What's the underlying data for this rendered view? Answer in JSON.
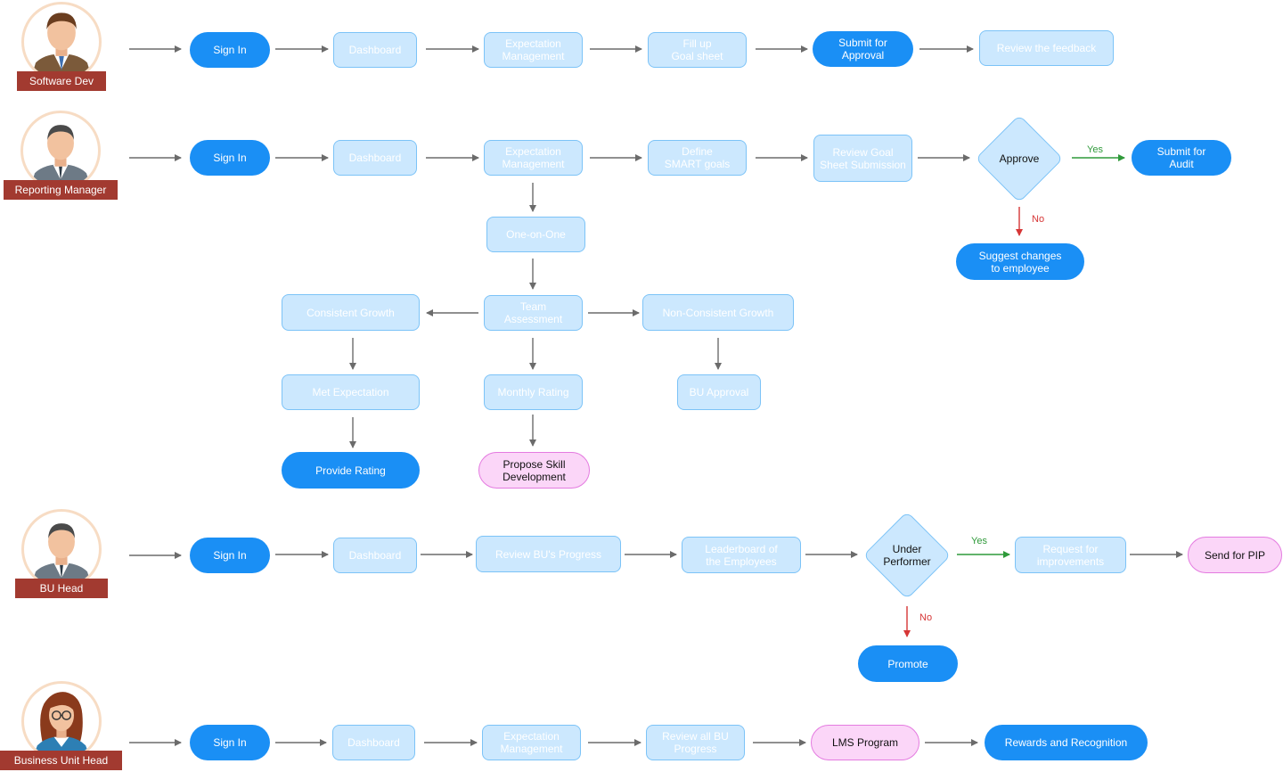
{
  "actors": [
    {
      "id": "software-dev",
      "label": "Software Dev",
      "face": "male-brown-suit"
    },
    {
      "id": "reporting-manager",
      "label": "Reporting Manager",
      "face": "male-gray-suit"
    },
    {
      "id": "bu-head",
      "label": "BU Head",
      "face": "male-gray-suit"
    },
    {
      "id": "business-unit-head",
      "label": "Business Unit Head",
      "face": "female-glasses"
    }
  ],
  "nodes": [
    {
      "id": "sd-signin",
      "label": "Sign In",
      "style": "pill-blue"
    },
    {
      "id": "sd-dashboard",
      "label": "Dashboard",
      "style": "box-light"
    },
    {
      "id": "sd-expect",
      "label": "Expectation\nManagement",
      "style": "box-light"
    },
    {
      "id": "sd-fill",
      "label": "Fill up\nGoal sheet",
      "style": "box-light"
    },
    {
      "id": "sd-submit",
      "label": "Submit for\nApproval",
      "style": "pill-blue"
    },
    {
      "id": "sd-review",
      "label": "Review the feedback",
      "style": "box-light"
    },
    {
      "id": "rm-signin",
      "label": "Sign In",
      "style": "pill-blue"
    },
    {
      "id": "rm-dashboard",
      "label": "Dashboard",
      "style": "box-light"
    },
    {
      "id": "rm-expect",
      "label": "Expectation\nManagement",
      "style": "box-light"
    },
    {
      "id": "rm-define",
      "label": "Define\nSMART goals",
      "style": "box-light"
    },
    {
      "id": "rm-reviewgoal",
      "label": "Review Goal\nSheet Submission",
      "style": "box-light"
    },
    {
      "id": "rm-approve",
      "label": "Approve",
      "style": "decision"
    },
    {
      "id": "rm-audit",
      "label": "Submit for\nAudit",
      "style": "pill-blue"
    },
    {
      "id": "rm-suggest",
      "label": "Suggest changes\nto employee",
      "style": "pill-blue"
    },
    {
      "id": "rm-oneonone",
      "label": "One-on-One",
      "style": "box-light"
    },
    {
      "id": "rm-team",
      "label": "Team Assessment",
      "style": "box-light"
    },
    {
      "id": "rm-consistent",
      "label": "Consistent Growth",
      "style": "box-light"
    },
    {
      "id": "rm-nonconsistent",
      "label": "Non-Consistent Growth",
      "style": "box-light"
    },
    {
      "id": "rm-met",
      "label": "Met Expectation",
      "style": "box-light"
    },
    {
      "id": "rm-monthly",
      "label": "Monthly Rating",
      "style": "box-light"
    },
    {
      "id": "rm-buapproval",
      "label": "BU Approval",
      "style": "box-light"
    },
    {
      "id": "rm-rating",
      "label": "Provide Rating",
      "style": "pill-blue"
    },
    {
      "id": "rm-skill",
      "label": "Propose Skill\nDevelopment",
      "style": "pill-pink"
    },
    {
      "id": "bu-signin",
      "label": "Sign In",
      "style": "pill-blue"
    },
    {
      "id": "bu-dashboard",
      "label": "Dashboard",
      "style": "box-light"
    },
    {
      "id": "bu-progress",
      "label": "Review BU's Progress",
      "style": "box-light"
    },
    {
      "id": "bu-leader",
      "label": "Leaderboard of\nthe Employees",
      "style": "box-light"
    },
    {
      "id": "bu-under",
      "label": "Under\nPerformer",
      "style": "decision"
    },
    {
      "id": "bu-request",
      "label": "Request for\nimprovements",
      "style": "box-light"
    },
    {
      "id": "bu-pip",
      "label": "Send for PIP",
      "style": "pill-pink"
    },
    {
      "id": "bu-promote",
      "label": "Promote",
      "style": "pill-blue"
    },
    {
      "id": "buh-signin",
      "label": "Sign In",
      "style": "pill-blue"
    },
    {
      "id": "buh-dashboard",
      "label": "Dashboard",
      "style": "box-light"
    },
    {
      "id": "buh-expect",
      "label": "Expectation\nManagement",
      "style": "box-light"
    },
    {
      "id": "buh-review",
      "label": "Review all BU\nProgress",
      "style": "box-light"
    },
    {
      "id": "buh-lms",
      "label": "LMS Program",
      "style": "pill-pink"
    },
    {
      "id": "buh-rewards",
      "label": "Rewards and Recognition",
      "style": "pill-blue"
    }
  ],
  "edges": [
    {
      "from": "software-dev",
      "to": "sd-signin"
    },
    {
      "from": "sd-signin",
      "to": "sd-dashboard"
    },
    {
      "from": "sd-dashboard",
      "to": "sd-expect"
    },
    {
      "from": "sd-expect",
      "to": "sd-fill"
    },
    {
      "from": "sd-fill",
      "to": "sd-submit"
    },
    {
      "from": "sd-submit",
      "to": "sd-review"
    },
    {
      "from": "reporting-manager",
      "to": "rm-signin"
    },
    {
      "from": "rm-signin",
      "to": "rm-dashboard"
    },
    {
      "from": "rm-dashboard",
      "to": "rm-expect"
    },
    {
      "from": "rm-expect",
      "to": "rm-define"
    },
    {
      "from": "rm-define",
      "to": "rm-reviewgoal"
    },
    {
      "from": "rm-reviewgoal",
      "to": "rm-approve"
    },
    {
      "from": "rm-approve",
      "to": "rm-audit",
      "label": "Yes",
      "kind": "yes"
    },
    {
      "from": "rm-approve",
      "to": "rm-suggest",
      "label": "No",
      "kind": "no"
    },
    {
      "from": "rm-expect",
      "to": "rm-oneonone"
    },
    {
      "from": "rm-oneonone",
      "to": "rm-team"
    },
    {
      "from": "rm-team",
      "to": "rm-consistent"
    },
    {
      "from": "rm-team",
      "to": "rm-nonconsistent"
    },
    {
      "from": "rm-team",
      "to": "rm-monthly"
    },
    {
      "from": "rm-consistent",
      "to": "rm-met"
    },
    {
      "from": "rm-nonconsistent",
      "to": "rm-buapproval"
    },
    {
      "from": "rm-met",
      "to": "rm-rating"
    },
    {
      "from": "rm-monthly",
      "to": "rm-skill"
    },
    {
      "from": "bu-head",
      "to": "bu-signin"
    },
    {
      "from": "bu-signin",
      "to": "bu-dashboard"
    },
    {
      "from": "bu-dashboard",
      "to": "bu-progress"
    },
    {
      "from": "bu-progress",
      "to": "bu-leader"
    },
    {
      "from": "bu-leader",
      "to": "bu-under"
    },
    {
      "from": "bu-under",
      "to": "bu-request",
      "label": "Yes",
      "kind": "yes"
    },
    {
      "from": "bu-under",
      "to": "bu-promote",
      "label": "No",
      "kind": "no"
    },
    {
      "from": "bu-request",
      "to": "bu-pip"
    },
    {
      "from": "business-unit-head",
      "to": "buh-signin"
    },
    {
      "from": "buh-signin",
      "to": "buh-dashboard"
    },
    {
      "from": "buh-dashboard",
      "to": "buh-expect"
    },
    {
      "from": "buh-expect",
      "to": "buh-review"
    },
    {
      "from": "buh-review",
      "to": "buh-lms"
    },
    {
      "from": "buh-lms",
      "to": "buh-rewards"
    }
  ],
  "colors": {
    "primary": "#1a8ff5",
    "light_fill": "#cce8fe",
    "light_border": "#7cc3f7",
    "pink_fill": "#fbd6f8",
    "pink_border": "#e47be0",
    "role_bar": "#a23a30",
    "arrow": "#6b6b6b",
    "yes": "#2f9a3a",
    "no": "#d63636"
  }
}
